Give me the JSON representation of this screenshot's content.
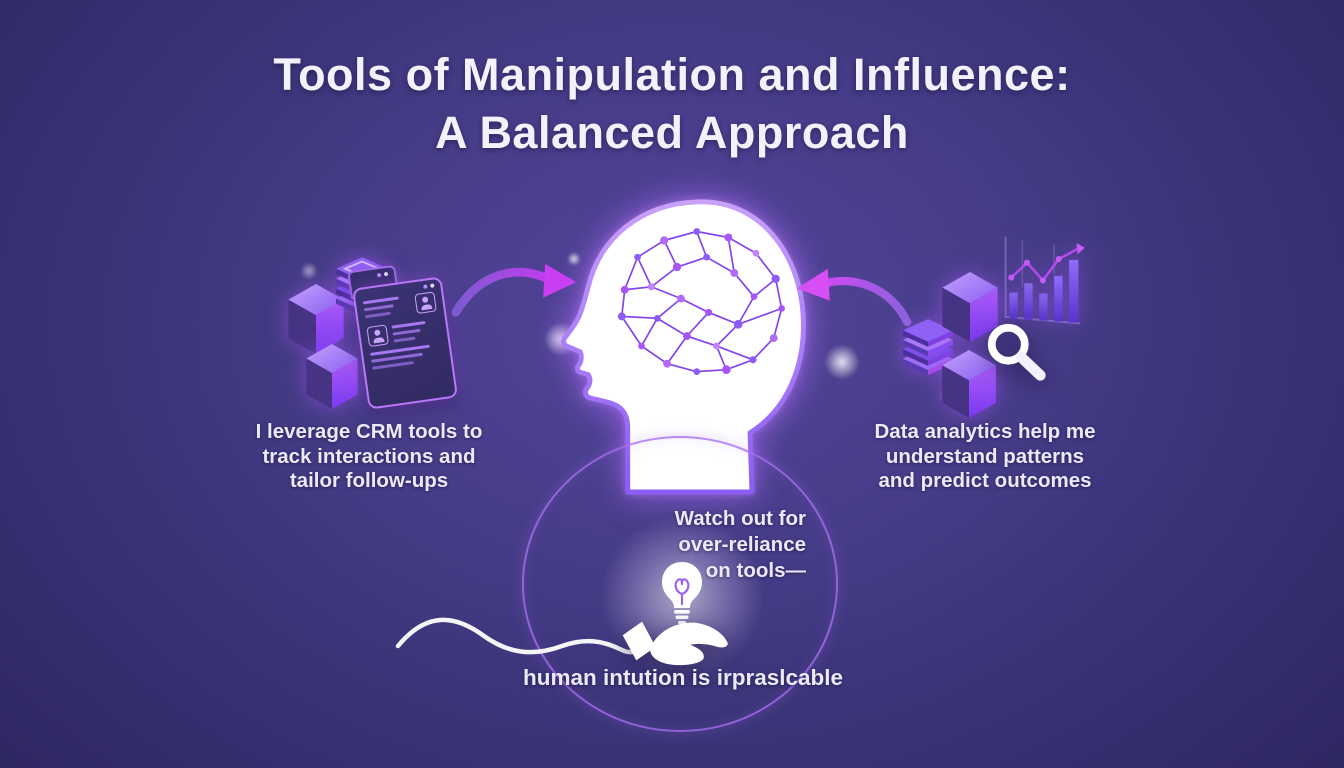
{
  "title": {
    "lines": [
      "Tools of Manipulation and Influence:",
      "A Balanced Approach"
    ]
  },
  "captions": {
    "left": {
      "lines": [
        "I leverage CRM tools to",
        "track interactions and",
        "tailor follow-ups"
      ]
    },
    "right": {
      "lines": [
        "Data analytics help me",
        "understand patterns",
        "and predict outcomes"
      ]
    },
    "warning": {
      "lines": [
        "Watch out for",
        "over-reliance",
        "on tools—"
      ]
    },
    "footer": {
      "text": "human intution is irpraslcable"
    }
  },
  "icons": {
    "left_group": [
      "cube-icon",
      "cube-icon",
      "database-stack-icon",
      "crm-window-icon",
      "curved-arrow-right-icon"
    ],
    "right_group": [
      "database-stack-icon",
      "cube-icon",
      "cube-icon",
      "magnifier-icon",
      "bar-chart-icon",
      "curved-arrow-left-icon"
    ],
    "center": [
      "head-brain-network-icon",
      "lightbulb-icon",
      "open-hand-icon",
      "squiggle-cord",
      "focus-circle"
    ]
  },
  "colors": {
    "background_center": "#4a4390",
    "background_edge": "#282157",
    "accent_purple": "#a855f7",
    "accent_magenta": "#d446ef",
    "text": "#ece9fa",
    "white": "#ffffff"
  }
}
